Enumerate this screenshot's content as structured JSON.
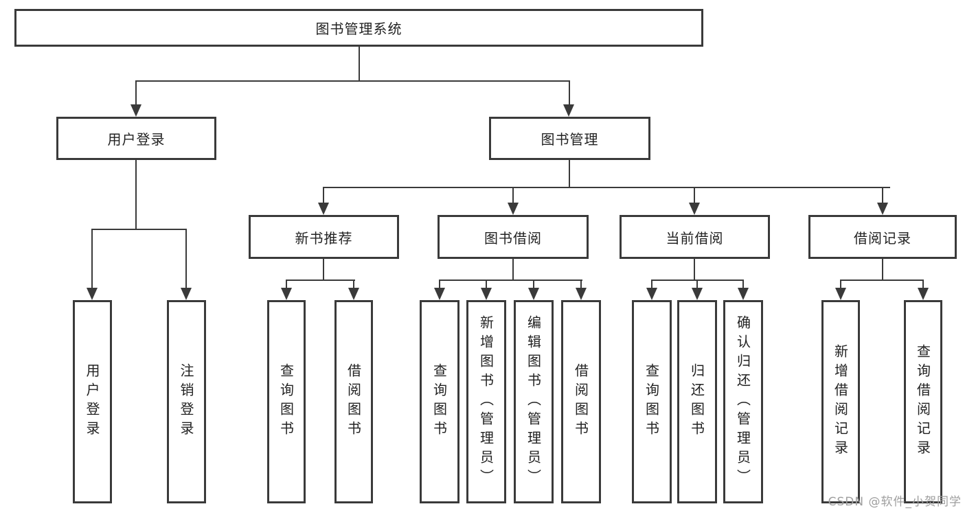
{
  "diagram": {
    "root": "图书管理系统",
    "level2": {
      "user_login": "用户登录",
      "book_management": "图书管理"
    },
    "level3": {
      "new_book": "新书推荐",
      "borrow": "图书借阅",
      "current": "当前借阅",
      "records": "借阅记录"
    },
    "leaves": {
      "user_login": [
        "用户登录",
        "注销登录"
      ],
      "new_book": [
        "查询图书",
        "借阅图书"
      ],
      "borrow": [
        "查询图书",
        "新增图书（管理员）",
        "编辑图书（管理员）",
        "借阅图书"
      ],
      "current": [
        "查询图书",
        "归还图书",
        "确认归还（管理员）"
      ],
      "records": [
        "新增借阅记录",
        "查询借阅记录"
      ]
    }
  },
  "watermark": "CSDN @软件_小贺同学",
  "colors": {
    "line": "#3a3a3a",
    "text": "#222222",
    "watermark": "#9e9e9e",
    "background": "#ffffff"
  }
}
